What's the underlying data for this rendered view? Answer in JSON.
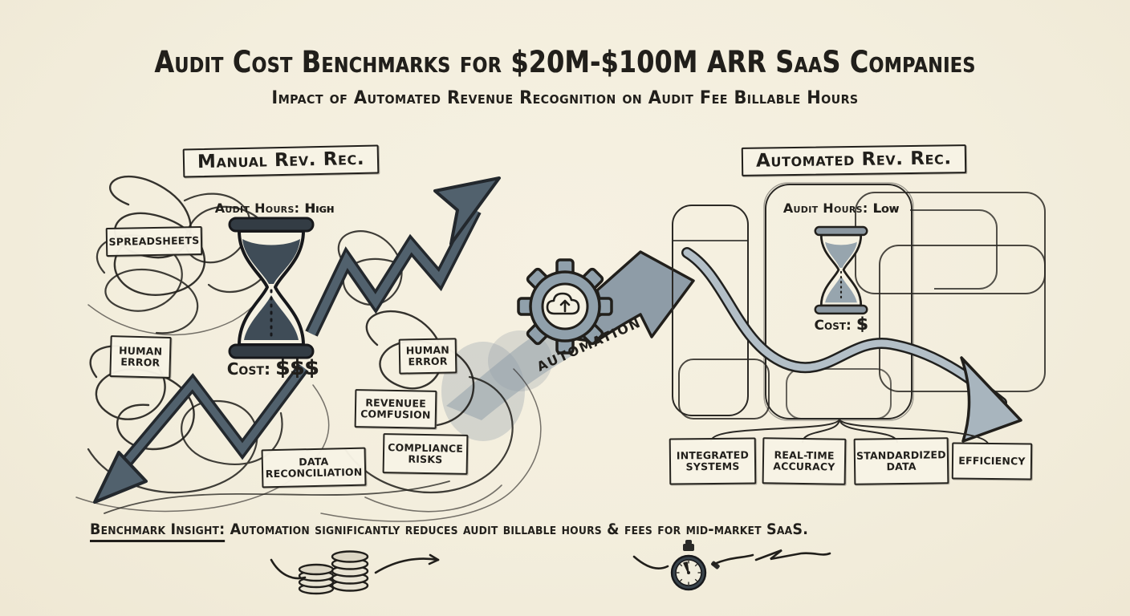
{
  "colors": {
    "background": "#f3eedd",
    "ink": "#211f1b",
    "wash_gray": "#8e9ca7",
    "wash_dark": "#4e5c66",
    "wash_light": "#b3bfc7",
    "box_fill": "#f7f3e5"
  },
  "header": {
    "title": "Audit Cost Benchmarks for $20M-$100M ARR SaaS Companies",
    "subtitle": "Impact of Automated Revenue Recognition on Audit Fee Billable Hours"
  },
  "manual_section": {
    "header": "Manual Rev. Rec.",
    "audit_hours_label": "Audit Hours:",
    "audit_hours_value": "High",
    "cost_label": "Cost:",
    "cost_value": "$$$",
    "tags": [
      "SPREADSHEETS",
      "HUMAN ERROR",
      "HUMAN ERROR",
      "REVENUEE COMFUSION",
      "DATA RECONCILIATION",
      "COMPLIANCE RISKS"
    ]
  },
  "automation": {
    "label": "AUTOMATION"
  },
  "automated_section": {
    "header": "Automated Rev. Rec.",
    "audit_hours_label": "Audit Hours:",
    "audit_hours_value": "Low",
    "cost_label": "Cost:",
    "cost_value": "$",
    "benefits": [
      "INTEGRATED SYSTEMS",
      "REAL-TIME ACCURACY",
      "STANDARDIZED DATA",
      "EFFICIENCY"
    ]
  },
  "insight": {
    "label": "Benchmark Insight:",
    "text": "Automation significantly reduces audit billable hours & fees for mid-market SaaS."
  },
  "icons": {
    "manual_time": "hourglass-icon",
    "automated_time": "hourglass-icon",
    "automation_gear": "gear-cloud-upload-icon",
    "rising_trend": "zigzag-up-arrow-icon",
    "falling_trend": "curved-down-arrow-icon",
    "money": "coin-stacks-icon",
    "time_saved": "stopwatch-icon"
  }
}
